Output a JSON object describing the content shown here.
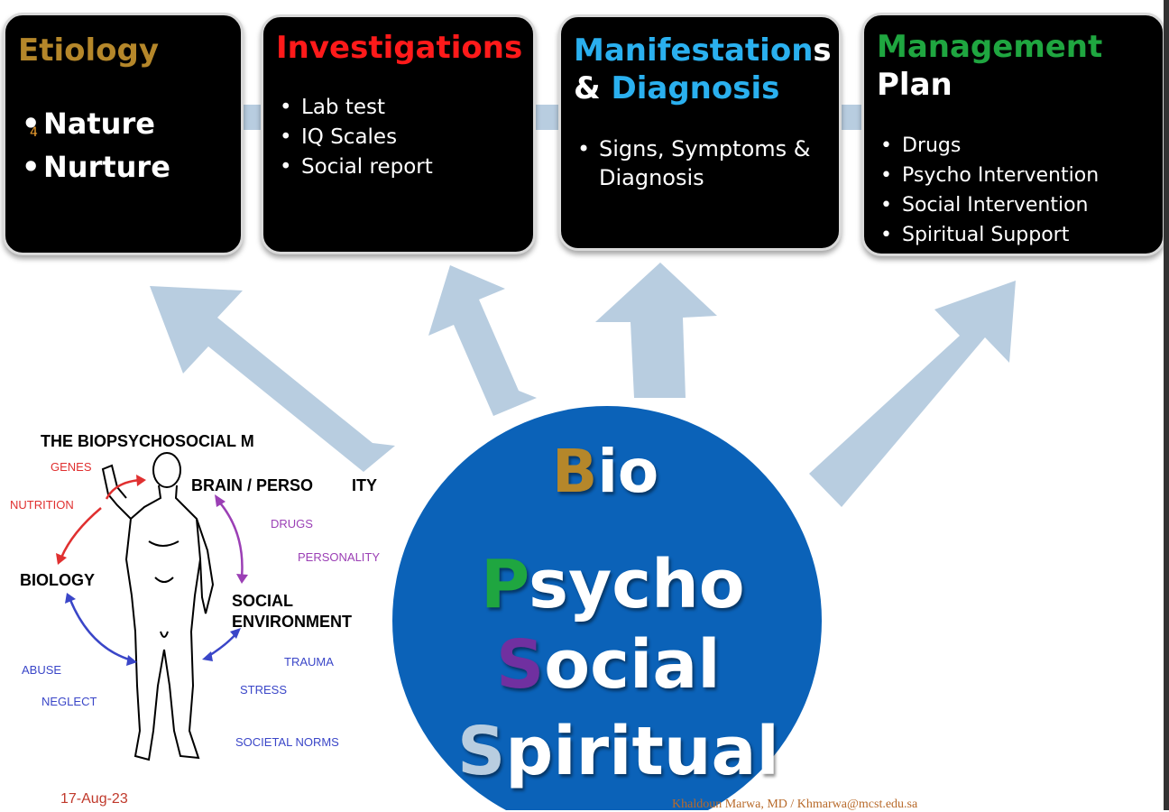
{
  "colors": {
    "etiology_title": "#b5872a",
    "investigations_title": "#ff1a1a",
    "manifestations_title": "#2ab0ef",
    "management_title": "#1fa640",
    "circle_fill": "#0b62b8",
    "arrow_fill": "#b8cde0",
    "letter_b": "#b5872a",
    "letter_p": "#1fa640",
    "letter_s_social": "#7030a0",
    "letter_s_spiritual": "#b8cde0"
  },
  "slide_number": "4",
  "boxes": {
    "etiology": {
      "title": "Etiology",
      "items": [
        "Nature",
        "Nurture"
      ]
    },
    "investigations": {
      "title": "Investigations",
      "items": [
        "Lab test",
        "IQ Scales",
        "Social report"
      ]
    },
    "manifestations": {
      "title_line1_a": "Manifestation",
      "title_line1_b": "s",
      "title_line2_a": "& ",
      "title_line2_b": "Diagnosis",
      "items": [
        "Signs, Symptoms &",
        "Diagnosis"
      ]
    },
    "management": {
      "title_line1": "Management",
      "title_line2": "Plan",
      "items": [
        "Drugs",
        "Psycho Intervention",
        "Social Intervention",
        "Spiritual Support"
      ]
    }
  },
  "circle": {
    "bio": {
      "initial": "B",
      "rest": "io"
    },
    "psycho": {
      "initial": "P",
      "rest": "sycho"
    },
    "social": {
      "initial": "S",
      "rest": "ocial"
    },
    "spiritual": {
      "initial": "S",
      "rest": "piritual"
    }
  },
  "bps_model": {
    "title": "THE BIOPSYCHOSOCIAL M",
    "brain": "BRAIN / PERSO",
    "brain_tail": "ITY",
    "biology": "BIOLOGY",
    "social_line1": "SOCIAL",
    "social_line2": "ENVIRONMENT",
    "genes": "GENES",
    "nutrition": "NUTRITION",
    "drugs": "DRUGS",
    "personality": "PERSONALITY",
    "trauma": "TRAUMA",
    "stress": "STRESS",
    "societal_norms": "SOCIETAL NORMS",
    "abuse": "ABUSE",
    "neglect": "NEGLECT"
  },
  "footer": {
    "date": "17-Aug-23",
    "author": "Khaldoun Marwa, MD /  Khmarwa@mcst.edu.sa"
  }
}
